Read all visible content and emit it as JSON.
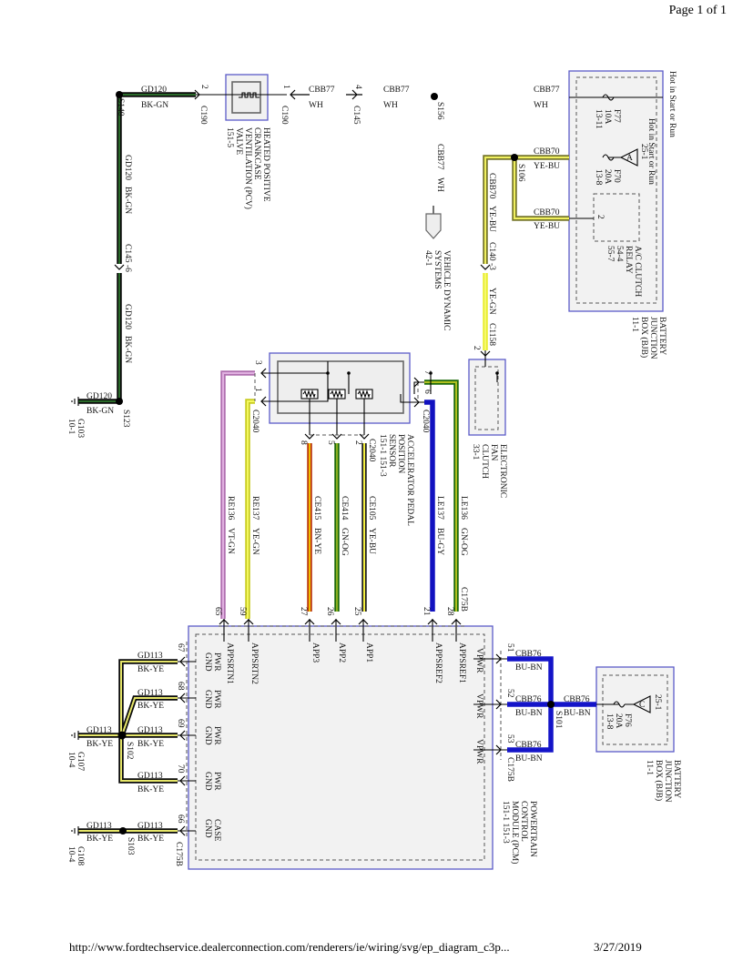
{
  "header": {
    "page": "Page 1 of 1"
  },
  "footer": {
    "url": "http://www.fordtechservice.dealerconnection.com/renderers/ie/wiring/svg/ep_diagram_c3p...",
    "date": "3/27/2019"
  },
  "colors": {
    "component_border": "#5a5ac8",
    "BK-GN": "#1a5a1a",
    "BK-YE": "#e6e66a",
    "YE-BU": "#f0f060",
    "YE-GN": "#eef23a",
    "VT-GN": "#c58ac5",
    "BN-YE": "#b8340e",
    "GN-OG": "#2d7a12",
    "BU-GY": "#1212c0",
    "BU-BN": "#1414c8"
  },
  "wires": {
    "gd120": {
      "circuit": "GD120",
      "color": "BK-GN"
    },
    "cbb77": {
      "circuit": "CBB77",
      "color": "WH"
    },
    "cbb70": {
      "circuit": "CBB70",
      "color": "YE-BU"
    },
    "fan": {
      "color": "YE-GN"
    },
    "re136": {
      "circuit": "RE136",
      "color": "VT-GN"
    },
    "re137": {
      "circuit": "RE137",
      "color": "YE-GN"
    },
    "ce415": {
      "circuit": "CE415",
      "color": "BN-YE"
    },
    "ce414": {
      "circuit": "CE414",
      "color": "GN-OG"
    },
    "ce105": {
      "circuit": "CE105",
      "color": "YE-BU"
    },
    "le137": {
      "circuit": "LE137",
      "color": "BU-GY"
    },
    "le136": {
      "circuit": "LE136",
      "color": "GN-OG"
    },
    "gd113": {
      "circuit": "GD113",
      "color": "BK-YE"
    },
    "cbb76": {
      "circuit": "CBB76",
      "color": "BU-BN"
    }
  },
  "splices": {
    "s140": "S140",
    "s123": "S123",
    "s156": "S156",
    "s106": "S106",
    "s102": "S102",
    "s103": "S103",
    "s101": "S101"
  },
  "grounds": {
    "g103": [
      "G103",
      "10-1"
    ],
    "g107": [
      "G107",
      "10-4"
    ],
    "g108": [
      "G108",
      "10-4"
    ]
  },
  "connectors": {
    "c190": "C190",
    "c145": "C145",
    "c145_pin": "C145 -6",
    "c140_pin": "C140 -3",
    "c1158": "C1158",
    "c2040": "C2040",
    "c175b": "C175B"
  },
  "pins": {
    "c190_2": "2",
    "c190_1": "1",
    "c145_4": "4",
    "c1158_2": "2",
    "app_3": "3",
    "app_1": "1",
    "app_7": "7",
    "app_6": "6",
    "app_8": "8",
    "app_5": "5",
    "app_2": "2",
    "pcm_65": "65",
    "pcm_59": "59",
    "pcm_27": "27",
    "pcm_26": "26",
    "pcm_25": "25",
    "pcm_21": "21",
    "pcm_28": "28",
    "pcm_67": "67",
    "pcm_68": "68",
    "pcm_69": "69",
    "pcm_70": "70",
    "pcm_66": "66",
    "pcm_51": "51",
    "pcm_52": "52",
    "pcm_53": "53",
    "relay_2": "2"
  },
  "pcv_valve": {
    "lines": [
      "HEATED POSITIVE",
      "CRANKCASE",
      "VENTILATION (PCV)",
      "VALVE",
      "151-5"
    ]
  },
  "vehicle_dynamic": {
    "lines": [
      "VEHICLE DYNAMIC",
      "SYSTEMS",
      "42-1"
    ]
  },
  "bjb_top": {
    "hot_label": "Hot in Start or Run",
    "inner_hot_label": "Hot in Start or Run",
    "f77": [
      "F77",
      "10A",
      "13-11"
    ],
    "f70": [
      "F70",
      "20A",
      "13-8"
    ],
    "f70_ref": "A",
    "f70_page": "25-1",
    "relay": [
      "A/C CLUTCH",
      "RELAY",
      "54-4",
      "55-7"
    ],
    "lines": [
      "BATTERY",
      "JUNCTION",
      "BOX (BJB)",
      "11-1"
    ]
  },
  "fan_clutch": {
    "lines": [
      "ELECTRONIC",
      "FAN",
      "CLUTCH",
      "33-1"
    ]
  },
  "app_sensor": {
    "lines": [
      "ACCELERATOR PEDAL",
      "POSITION",
      "SENSOR",
      "151-1   151-3"
    ]
  },
  "pcm": {
    "lines": [
      "POWERTRAIN",
      "CONTROL",
      "MODULE (PCM)",
      "151-1   151-3"
    ],
    "top_pins": [
      "APPSRTN1",
      "APPSRTN2",
      "APP3",
      "APP2",
      "APP1",
      "APPSREF2",
      "APPSREF1"
    ],
    "pwr": "PWR",
    "gnd": "GND",
    "case": "CASE",
    "vpwr": "VPWR"
  },
  "bjb_bottom": {
    "f76": [
      "F76",
      "20A",
      "13-8"
    ],
    "f76_ref": "C",
    "f76_page": "25-1",
    "lines": [
      "BATTERY",
      "JUNCTION",
      "BOX (BJB)",
      "11-1"
    ]
  }
}
